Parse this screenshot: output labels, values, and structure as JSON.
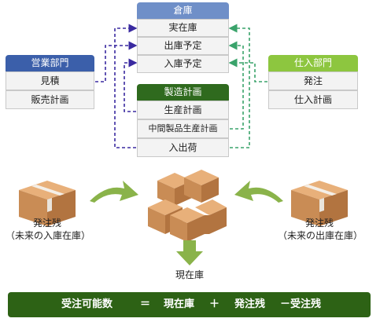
{
  "warehouse": {
    "title": "倉庫",
    "items": [
      "実在庫",
      "出庫予定",
      "入庫予定"
    ]
  },
  "sales": {
    "title": "営業部門",
    "items": [
      "見積",
      "販売計画"
    ]
  },
  "purchasing": {
    "title": "仕入部門",
    "items": [
      "発注",
      "仕入計画"
    ]
  },
  "manufacturing": {
    "title": "製造計画",
    "items": [
      "生産計画",
      "中間製品生産計画",
      "入出荷"
    ]
  },
  "left_box": {
    "line1": "発注残",
    "line2": "（未来の入庫在庫）"
  },
  "right_box": {
    "line1": "発注残",
    "line2": "（未来の出庫在庫）"
  },
  "center_label": "現在庫",
  "formula": {
    "lhs": "受注可能数",
    "eq": "＝",
    "t1": "現在庫",
    "plus": "＋",
    "t2": "発注残",
    "minus": "－受注残"
  },
  "colors": {
    "warehouse": "#6f8fc8",
    "sales": "#3b5faa",
    "manufacturing": "#2f6a1e",
    "purchasing": "#8dc63f",
    "formula": "#2d6215",
    "arrow_blue": "#3a2aa0",
    "arrow_green": "#3aa36b"
  }
}
